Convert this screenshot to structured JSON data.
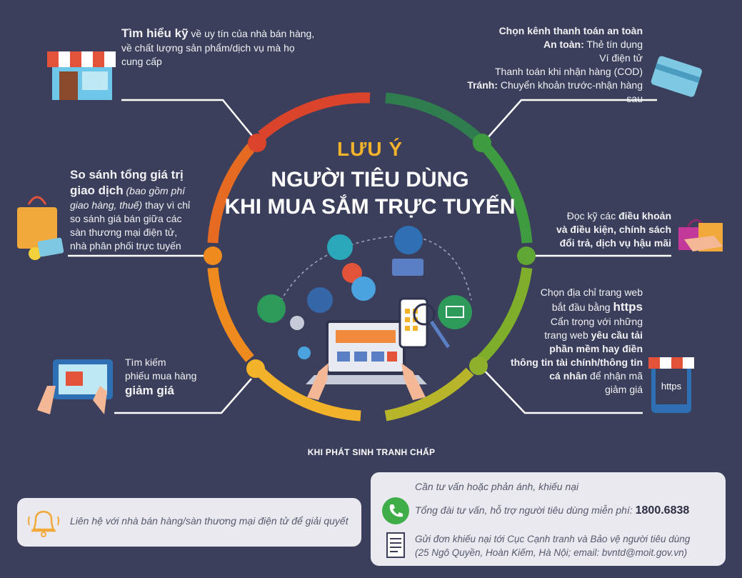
{
  "title": {
    "line1": "LƯU Ý",
    "line2": "NGƯỜI TIÊU DÙNG",
    "line3": "KHI MUA SẮM TRỰC TUYẾN"
  },
  "tips": {
    "research": {
      "bold": "Tìm hiểu kỹ",
      "rest1": "về uy tín của nhà bán hàng,",
      "rest2": "về chất lượng sản phẩm/dịch vụ mà họ",
      "rest3": "cung cấp"
    },
    "compare": {
      "line1": "So sánh tổng giá trị",
      "line2_bold": "giao dịch",
      "line2_italic": "(bao gồm phí",
      "line3_italic": "giao hàng, thuế)",
      "line3_rest": "thay vì chỉ",
      "line4": "so sánh giá bán giữa các",
      "line5": "sàn thương mại điện tử,",
      "line6": "nhà phân phối trực tuyến"
    },
    "coupon": {
      "line1": "Tìm kiếm",
      "line2": "phiếu mua hàng",
      "line3_bold": "giảm giá"
    },
    "payment": {
      "heading": "Chọn kênh thanh toán an toàn",
      "safe_label": "An toàn:",
      "safe1": "Thẻ tín dụng",
      "safe2": "Ví điện tử",
      "safe3": "Thanh toán khi nhận hàng (COD)",
      "avoid_label": "Tránh:",
      "avoid": "Chuyển khoản trước-nhận hàng sau"
    },
    "terms": {
      "line1_pre": "Đọc kỹ các",
      "line1_bold": "điều khoản",
      "line2_bold": "và điều kiện, chính sách",
      "line3_bold": "đổi trả, dịch vụ hậu mãi"
    },
    "https": {
      "line1": "Chọn địa chỉ trang web",
      "line2_pre": "bắt đầu bằng",
      "line2_bold": "https",
      "line3": "Cẩn trọng với những",
      "line4_pre": "trang web",
      "line4_bold": "yêu cầu tải",
      "line5_bold": "phần mềm hay điền",
      "line6_bold": "thông tin tài chính/thông tin",
      "line7_bold": "cá nhân",
      "line7_rest": "để nhận mã",
      "line8": "giảm giá",
      "phone_label": "https"
    }
  },
  "dispute": {
    "heading": "KHI PHÁT SINH TRANH CHẤP",
    "contact_seller": "Liên hệ với nhà bán hàng/sàn thương mại điện tử để giải quyết",
    "advice": "Cần tư vấn hoặc phản ánh, khiếu nại",
    "hotline_text": "Tổng đài tư vấn, hỗ trợ người tiêu dùng miễn phí:",
    "hotline_number": "1800.6838",
    "complaint1": "Gửi đơn khiếu nại tới Cục Cạnh tranh và Bảo vệ người tiêu dùng",
    "complaint2": "(25 Ngô Quyền, Hoàn Kiếm, Hà Nội; email: bvntd@moit.gov.vn)"
  },
  "colors": {
    "background": "#3b3f5c",
    "title_accent": "#f2b22a",
    "ring_red": "#d9442b",
    "ring_orange": "#ef8a1f",
    "ring_yellow": "#f2b22a",
    "ring_green": "#3f9b3f",
    "ring_olive": "#7fae2a",
    "panel": "#e9e9ef"
  },
  "icons": {
    "shop": "storefront-icon",
    "bag": "shopping-bag-icon",
    "tablet": "tablet-coupon-icon",
    "card": "credit-card-icon",
    "gift": "gift-bag-icon",
    "https_phone": "https-phone-icon",
    "bell": "bell-icon",
    "phone": "phone-icon",
    "document": "document-icon"
  }
}
